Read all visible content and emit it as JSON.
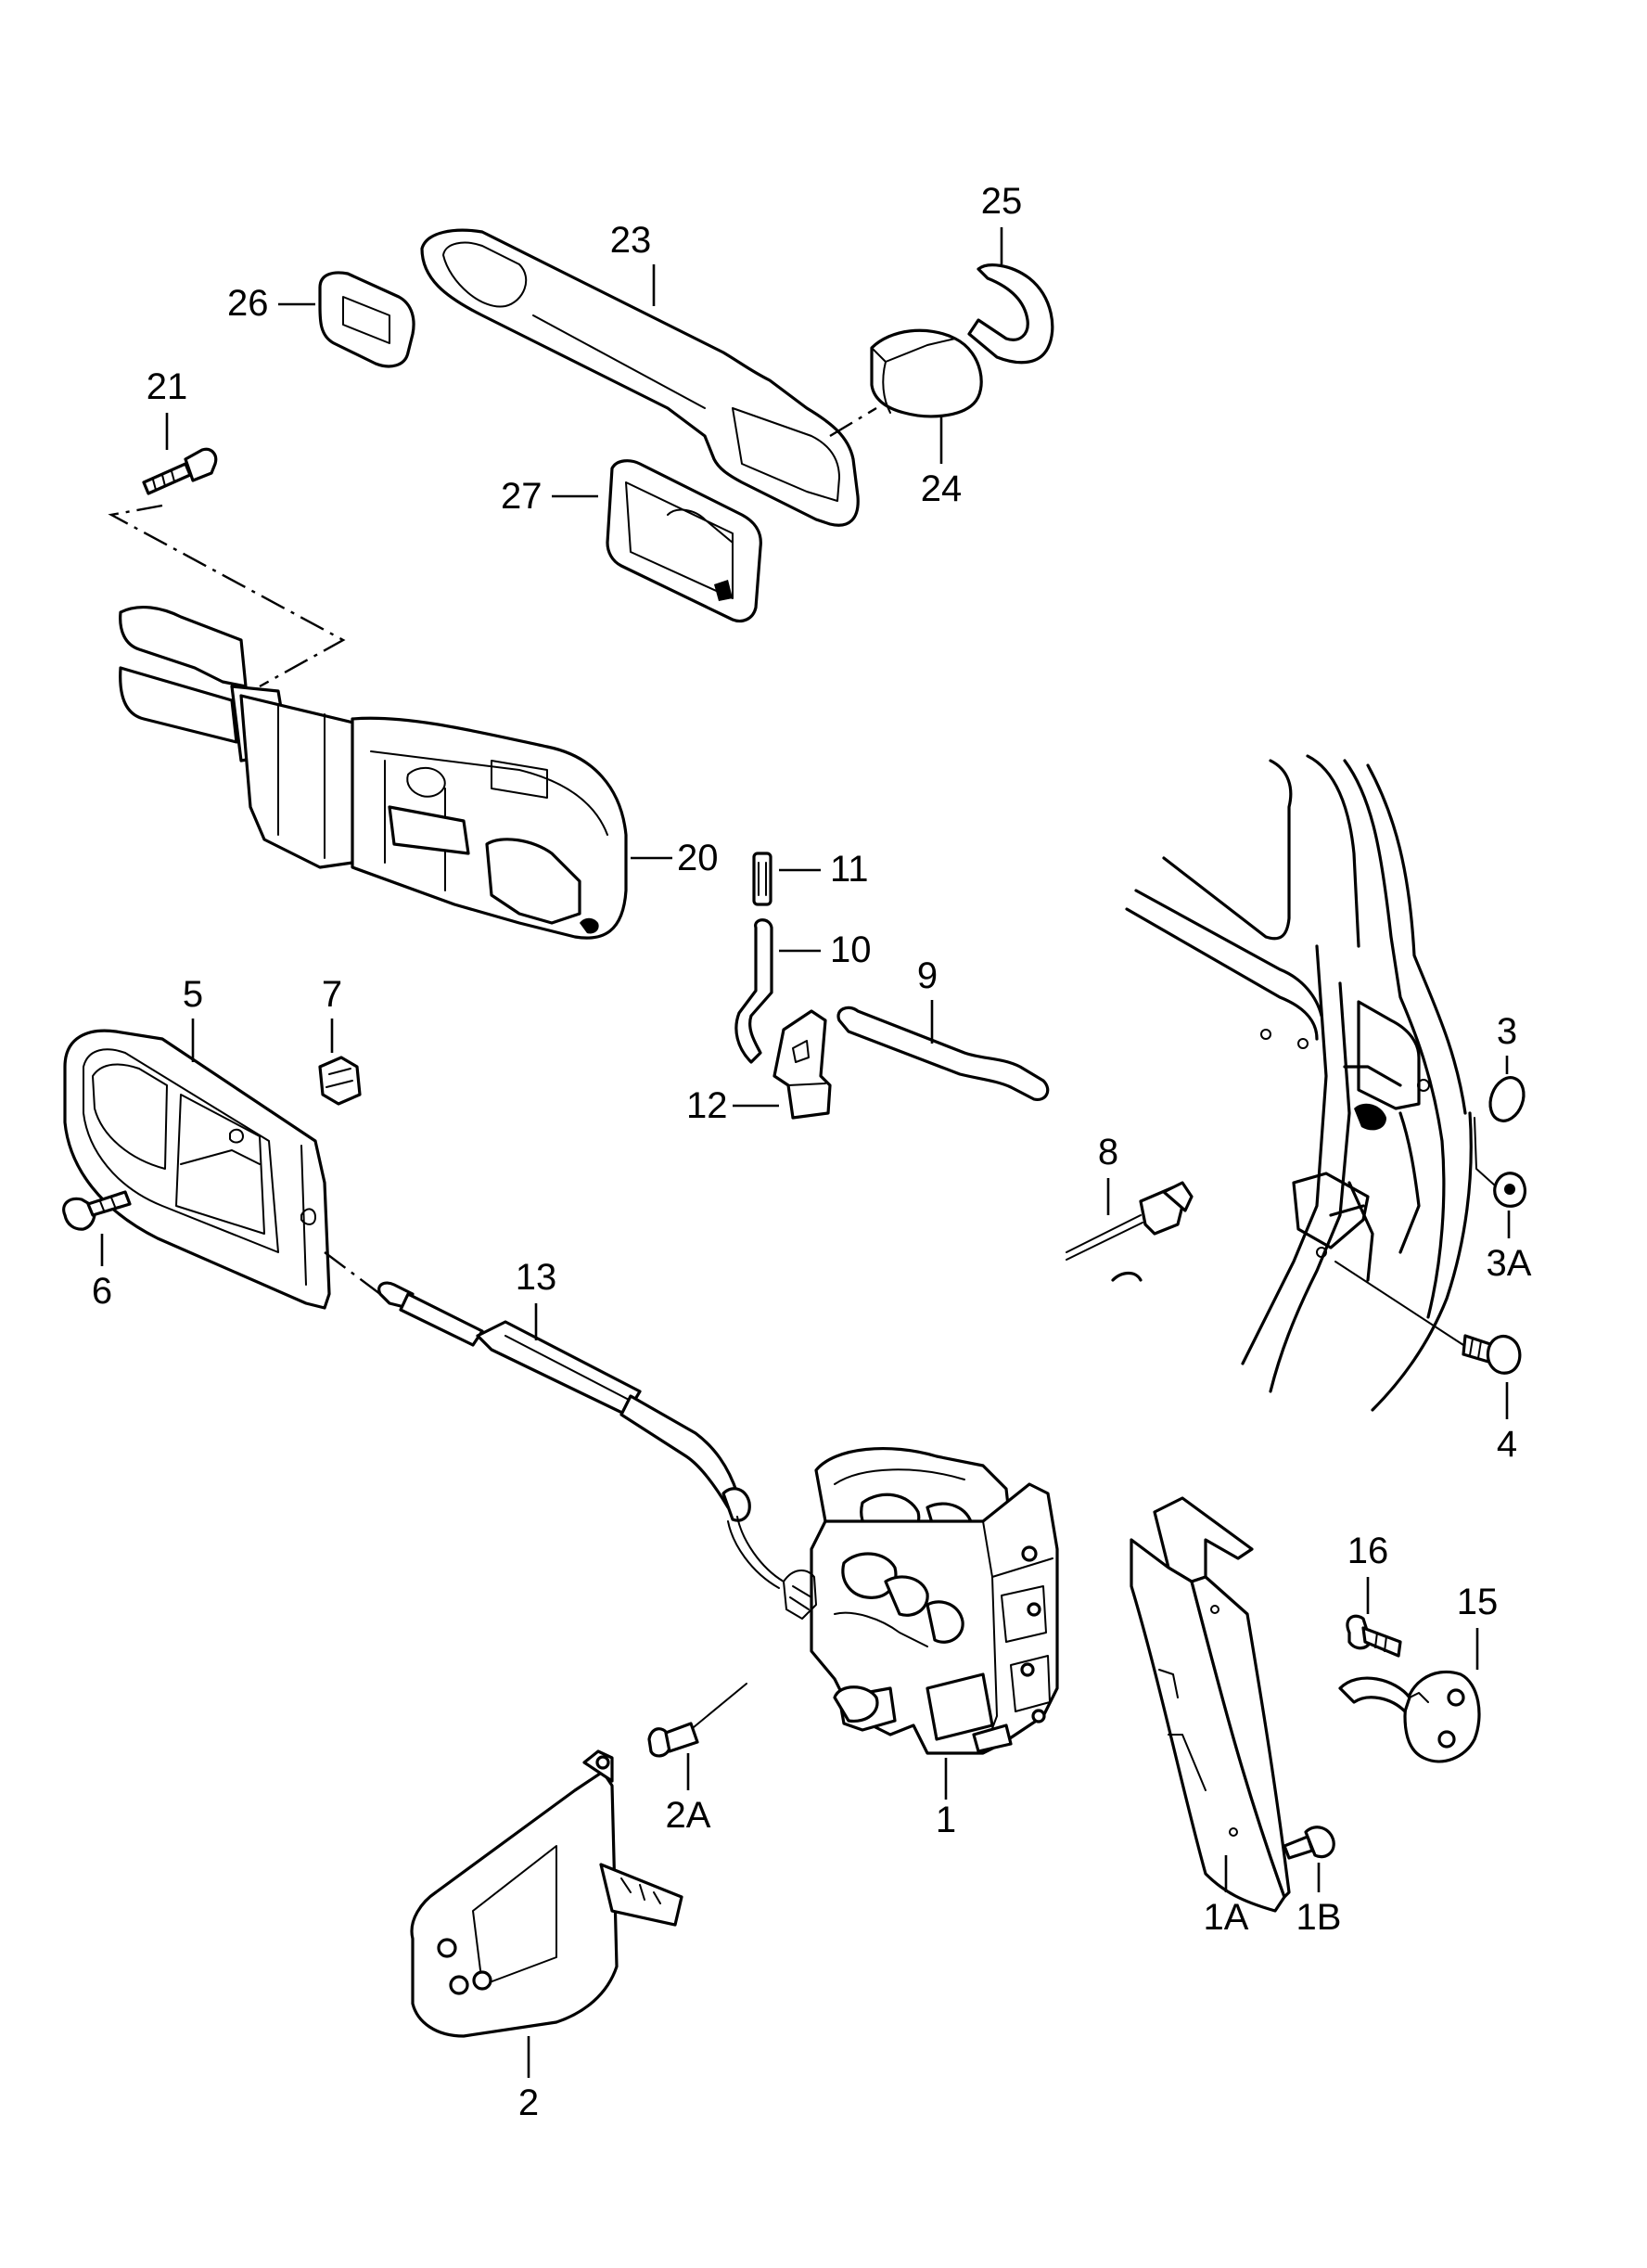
{
  "callouts": {
    "c1": "1",
    "c1A": "1A",
    "c1B": "1B",
    "c2": "2",
    "c2A": "2A",
    "c3": "3",
    "c3A": "3A",
    "c4": "4",
    "c5": "5",
    "c6": "6",
    "c7": "7",
    "c8": "8",
    "c9": "9",
    "c10": "10",
    "c11": "11",
    "c12": "12",
    "c13": "13",
    "c15": "15",
    "c16": "16",
    "c20": "20",
    "c21": "21",
    "c23": "23",
    "c24": "24",
    "c25": "25",
    "c26": "26",
    "c27": "27"
  }
}
